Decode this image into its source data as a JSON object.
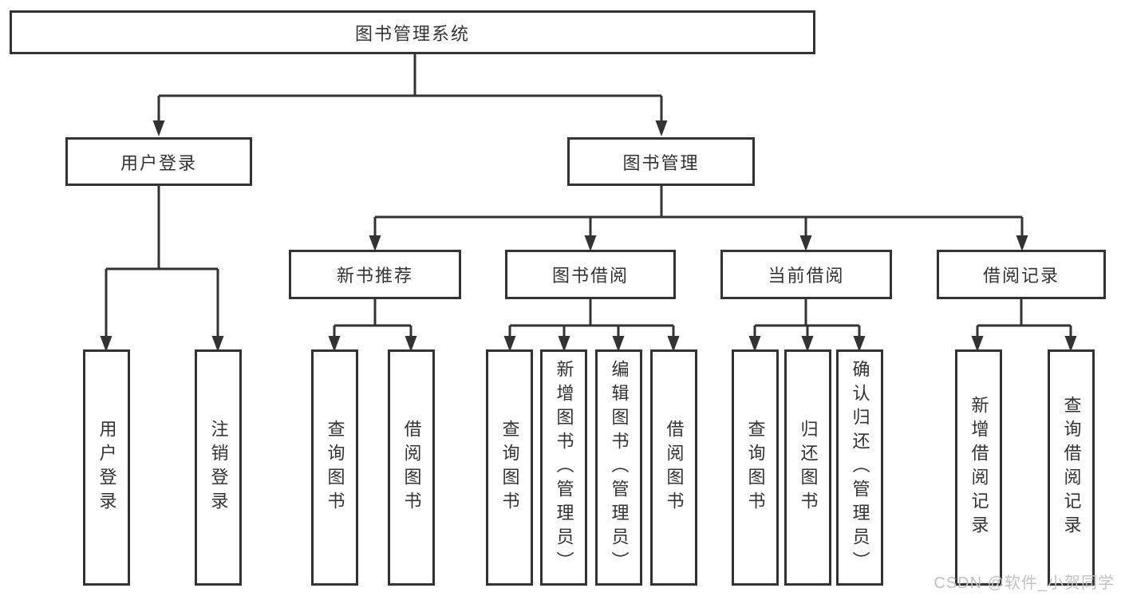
{
  "diagram": {
    "root": "图书管理系统",
    "branches": [
      {
        "label": "用户登录",
        "children": [
          "用户登录",
          "注销登录"
        ]
      },
      {
        "label": "图书管理",
        "groups": [
          {
            "label": "新书推荐",
            "children": [
              "查询图书",
              "借阅图书"
            ]
          },
          {
            "label": "图书借阅",
            "children": [
              "查询图书",
              "新增图书（管理员）",
              "编辑图书（管理员）",
              "借阅图书"
            ]
          },
          {
            "label": "当前借阅",
            "children": [
              "查询图书",
              "归还图书",
              "确认归还（管理员）"
            ]
          },
          {
            "label": "借阅记录",
            "children": [
              "新增借阅记录",
              "查询借阅记录"
            ]
          }
        ]
      }
    ]
  },
  "watermark": "CSDN @软件_小贺同学",
  "colors": {
    "line": "#333333",
    "text": "#333333",
    "watermark": "#c2c2c2",
    "background": "#ffffff"
  }
}
